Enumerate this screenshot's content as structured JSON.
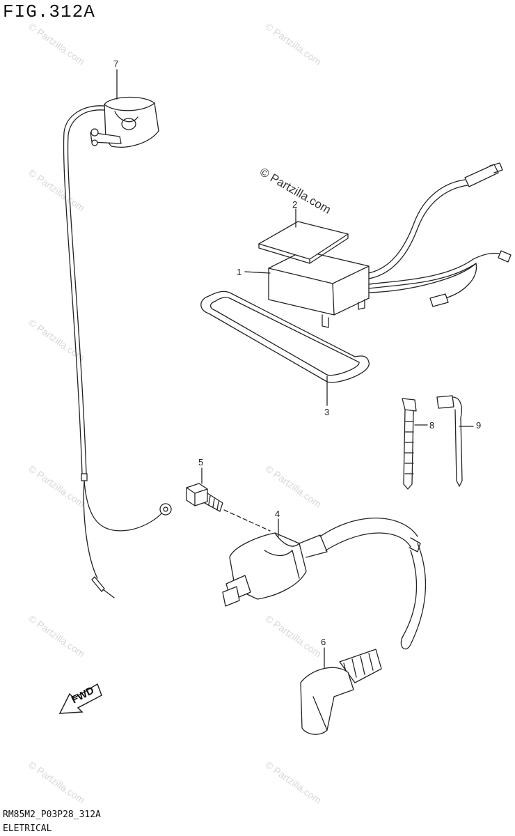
{
  "header": {
    "title": "FIG.312A"
  },
  "footer": {
    "code": "RM85M2_P03P28_312A",
    "category": "ELETRICAL"
  },
  "watermark": {
    "main": "© Partzilla.com",
    "repeat": "© Partzilla.com"
  },
  "callouts": [
    "1",
    "2",
    "3",
    "4",
    "5",
    "6",
    "7",
    "8",
    "9"
  ],
  "fwd_label": "FWD"
}
